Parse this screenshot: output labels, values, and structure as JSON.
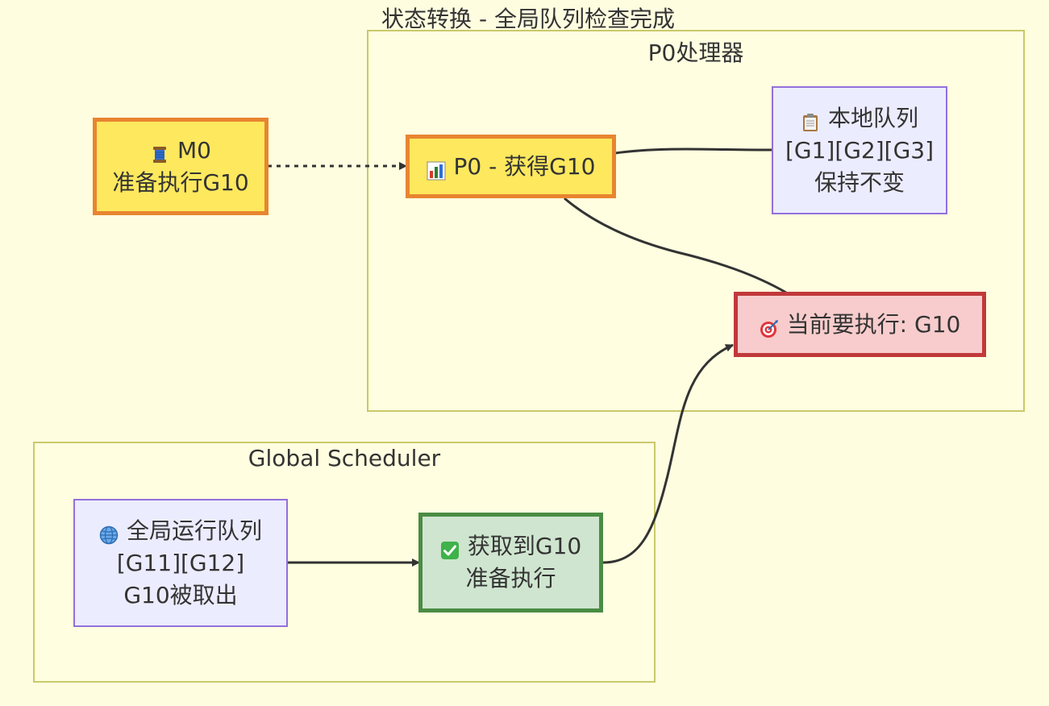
{
  "title": "状态转换 - 全局队列检查完成",
  "clusters": {
    "p0": {
      "label": "P0处理器"
    },
    "global": {
      "label": "Global Scheduler"
    }
  },
  "nodes": {
    "m0": {
      "icon": "thread-spool-icon",
      "lines": [
        "M0",
        "准备执行G10"
      ]
    },
    "p0": {
      "icon": "bar-chart-icon",
      "lines": [
        "P0 - 获得G10"
      ]
    },
    "local_queue": {
      "icon": "clipboard-icon",
      "lines": [
        "本地队列",
        "[G1][G2][G3]",
        "保持不变"
      ]
    },
    "current": {
      "icon": "target-icon",
      "lines": [
        "当前要执行: G10"
      ]
    },
    "global_queue": {
      "icon": "globe-icon",
      "lines": [
        "全局运行队列",
        "[G11][G12]",
        "G10被取出"
      ]
    },
    "got": {
      "icon": "check-icon",
      "lines": [
        "获取到G10",
        "准备执行"
      ]
    }
  },
  "colors": {
    "background": "#fffde0",
    "cluster_border": "#c9c96a",
    "yellow_fill": "#fde85e",
    "yellow_border": "#e8852f",
    "purple_fill": "#ececff",
    "purple_border": "#9370db",
    "red_fill": "#f8cccc",
    "red_border": "#c0393b",
    "green_fill": "#cfe5cf",
    "green_border": "#4a8c44",
    "edge": "#333333"
  }
}
